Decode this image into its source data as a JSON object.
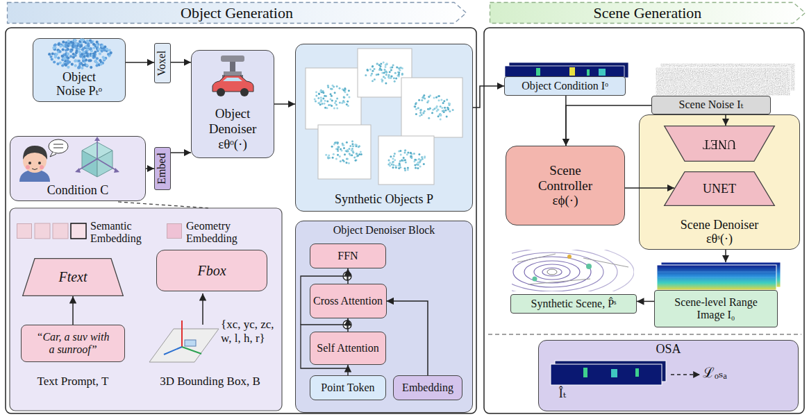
{
  "diagram": {
    "nodes": [
      {
        "text": [
          "Object Generation"
        ]
      },
      {
        "text": [
          "Scene Generation"
        ]
      },
      {
        "text": [
          "Object Noise Pₜᵒ"
        ]
      },
      {
        "text": [
          "Voxel"
        ]
      },
      {
        "text": [
          "Object Denoiser εθᵒ(·)"
        ]
      },
      {
        "text": [
          "Condition C"
        ]
      },
      {
        "text": [
          "Embed"
        ]
      },
      {
        "text": [
          "Synthetic Objects P"
        ]
      },
      {
        "text": [
          "Ftext"
        ]
      },
      {
        "text": [
          "“Car, a suv with a sunroof”",
          "Text Prompt, T"
        ]
      },
      {
        "text": [
          "Fbox"
        ]
      },
      {
        "text": [
          "Object Denoiser Block"
        ]
      },
      {
        "text": [
          "FFN"
        ],
        "in": 11
      },
      {
        "text": [
          "Cross Attention"
        ],
        "in": 11
      },
      {
        "text": [
          "Self Attention"
        ],
        "in": 11
      },
      {
        "text": [
          "Point Token"
        ],
        "in": 11
      },
      {
        "text": [
          "Embedding"
        ],
        "in": 11
      },
      {
        "text": [
          "Object Condition Iᵒ"
        ]
      },
      {
        "text": [
          "Scene Noise Iₜ"
        ]
      },
      {
        "text": [
          "Scene Controller εϕ(·)"
        ]
      },
      {
        "text": [
          "Scene Denoiser εθˢ(·)"
        ]
      },
      {
        "text": [
          "UNET"
        ],
        "in": 20
      },
      {
        "text": [
          "UNET"
        ],
        "in": 20
      },
      {
        "text": [
          "Synthetic Scene, P̂ˢ"
        ]
      },
      {
        "text": [
          "Scene-level Range Image I₀"
        ]
      },
      {
        "text": [
          "OSA"
        ]
      }
    ],
    "edges": [
      {
        "from": 2,
        "to": 3,
        "arrow": "to"
      },
      {
        "from": 3,
        "to": 4,
        "arrow": "to"
      },
      {
        "from": 5,
        "to": 6,
        "arrow": "to"
      },
      {
        "from": 6,
        "to": 4,
        "arrow": "to"
      },
      {
        "from": 4,
        "to": 7,
        "arrow": "to"
      },
      {
        "from": 7,
        "to": 17,
        "arrow": "to"
      },
      {
        "from": 17,
        "to": 19,
        "arrow": "to"
      },
      {
        "from": 18,
        "to": 19,
        "arrow": "to"
      },
      {
        "from": 18,
        "to": 21,
        "arrow": "to"
      },
      {
        "from": 19,
        "to": 22,
        "arrow": "to"
      },
      {
        "from": 20,
        "to": 24,
        "arrow": "to"
      },
      {
        "from": 24,
        "to": 23,
        "arrow": "to"
      },
      {
        "from": 9,
        "to": 8,
        "arrow": "to"
      },
      {
        "from": 15,
        "to": 14,
        "arrow": "to"
      },
      {
        "from": 14,
        "to": 13,
        "arrow": "to"
      },
      {
        "from": 13,
        "to": 12,
        "arrow": "to"
      },
      {
        "from": 16,
        "to": 13,
        "arrow": "to"
      }
    ],
    "labels": [
      "{xc, yc, zc, w, l, h, r}",
      "3D Bounding Box, B",
      "Îₜ",
      "ℒₒₛₐ"
    ],
    "legend": [
      {
        "text": "Semantic Embedding",
        "color": "#f2d4dd"
      },
      {
        "text": "Geometry Embedding",
        "color": "#efc2d5"
      }
    ]
  }
}
